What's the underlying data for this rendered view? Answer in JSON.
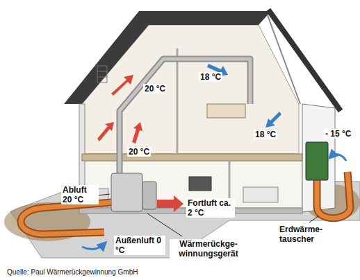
{
  "diagram": {
    "labels": [
      "20 °C",
      "18 °C",
      "20 °C",
      "18 °C",
      "- 15 °C",
      "Abluft 20 °C",
      "Fortluft ca. 2 °C",
      "Außenluft 0 °C",
      "Wärmerückge- winnungsgerät",
      "Erdwärme- tauscher",
      "Quelle: Paul Wärmerückgewinnung GmbH"
    ]
  }
}
